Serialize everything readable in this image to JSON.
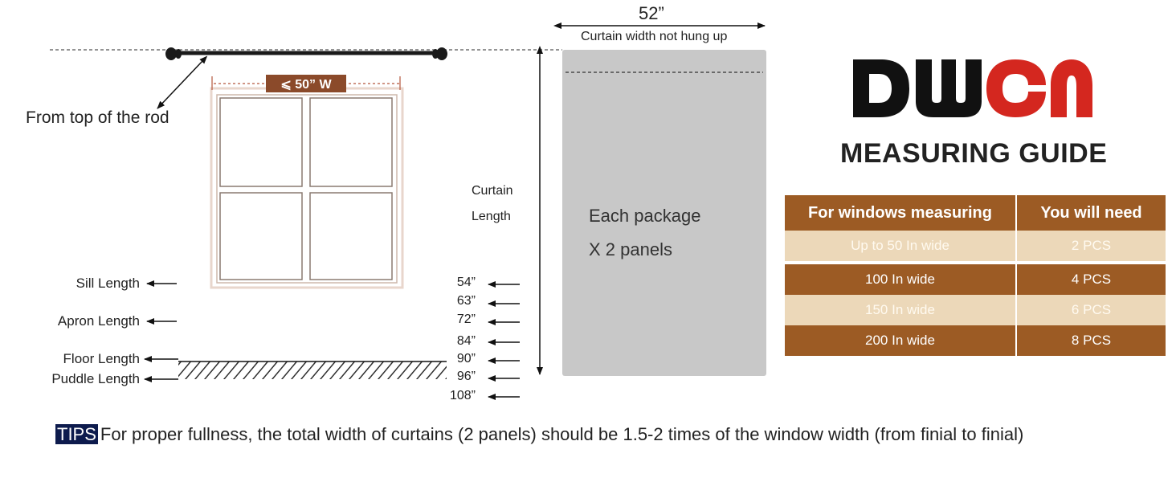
{
  "diagram": {
    "rod_note": "From top of the rod",
    "window_width_tag": "⩽ 50” W",
    "curtain_width_value": "52”",
    "curtain_width_note": "Curtain width not hung up",
    "curtain_length_label_line1": "Curtain",
    "curtain_length_label_line2": "Length",
    "package_line1": "Each package",
    "package_line2": "X 2 panels",
    "side_labels": [
      "Sill Length",
      "Apron Length",
      "Floor Length",
      "Puddle Length"
    ],
    "lengths": [
      "54”",
      "63”",
      "72”",
      "84”",
      "90”",
      "96”",
      "108”"
    ]
  },
  "brand": {
    "logo_text": "DWCN",
    "logo_colors": [
      "#111111",
      "#111111",
      "#d4271f",
      "#d4271f"
    ],
    "title": "MEASURING GUIDE"
  },
  "table": {
    "headers": [
      "For windows measuring",
      "You will need"
    ],
    "rows": [
      [
        "Up to 50 In wide",
        "2 PCS"
      ],
      [
        "100 In wide",
        "4 PCS"
      ],
      [
        "150 In wide",
        "6 PCS"
      ],
      [
        "200 In wide",
        "8 PCS"
      ]
    ]
  },
  "tips": {
    "badge": "TIPS",
    "text": "For proper fullness, the total width of curtains (2 panels) should be 1.5-2 times of the window width (from finial to finial)"
  },
  "colors": {
    "table_dark": "#9c5b24",
    "table_light": "#ecd8b9",
    "curtain_panel": "#c8c8c8",
    "tips_badge": "#0d1b4d",
    "window_tag": "#8b4a2a"
  }
}
